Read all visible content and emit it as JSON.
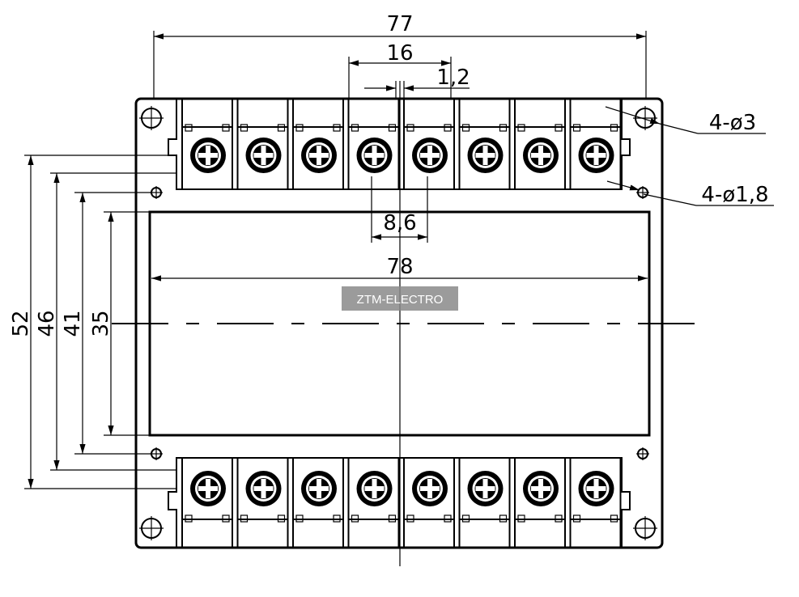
{
  "dimensions": {
    "overall_width": "77",
    "pitch_16": "16",
    "gap": "1,2",
    "terminal_pitch": "8,6",
    "window_width": "78",
    "height_52": "52",
    "height_46": "46",
    "height_41": "41",
    "height_35": "35"
  },
  "callouts": {
    "mount_holes": "4-ø3",
    "small_holes": "4-ø1,8"
  },
  "watermark": "ZTM-ELECTRO",
  "terminals": {
    "top_count": 8,
    "bottom_count": 8
  }
}
